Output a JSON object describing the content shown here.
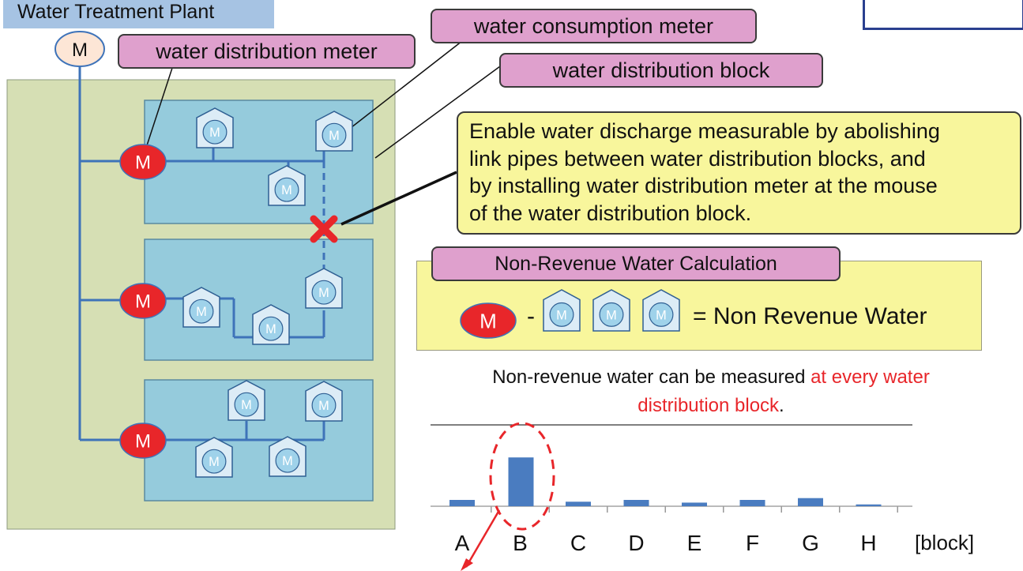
{
  "plant_label": "Water Treatment Plant",
  "meter_symbol": "M",
  "callouts": {
    "distribution_meter": "water distribution meter",
    "consumption_meter": "water consumption meter",
    "distribution_block": "water distribution block"
  },
  "note_lines": [
    "Enable water discharge measurable by abolishing",
    "link pipes between water distribution blocks, and",
    "by installing water distribution meter at the mouse",
    "of the water distribution block."
  ],
  "calc": {
    "title": "Non-Revenue Water Calculation",
    "minus": "-",
    "result": "= Non Revenue Water"
  },
  "caption": {
    "prefix": "Non-revenue water can be measured ",
    "highlight_1": "at every water",
    "highlight_2": "distribution block",
    "suffix": "."
  },
  "chart_data": {
    "type": "bar",
    "categories": [
      "A",
      "B",
      "C",
      "D",
      "E",
      "F",
      "G",
      "H"
    ],
    "values": [
      0.35,
      2.7,
      0.25,
      0.35,
      0.2,
      0.35,
      0.45,
      0.1
    ],
    "ylim": [
      0,
      4.5
    ],
    "xlabel": "[block]",
    "highlighted_category": "B"
  },
  "colors": {
    "area": "#d6dfb4",
    "block": "#95cbdc",
    "pipe": "#3e73b9",
    "meter_red": "#e8262a",
    "bar": "#4a7cc0",
    "callout": "#dfa0cd",
    "note": "#f8f69c"
  }
}
